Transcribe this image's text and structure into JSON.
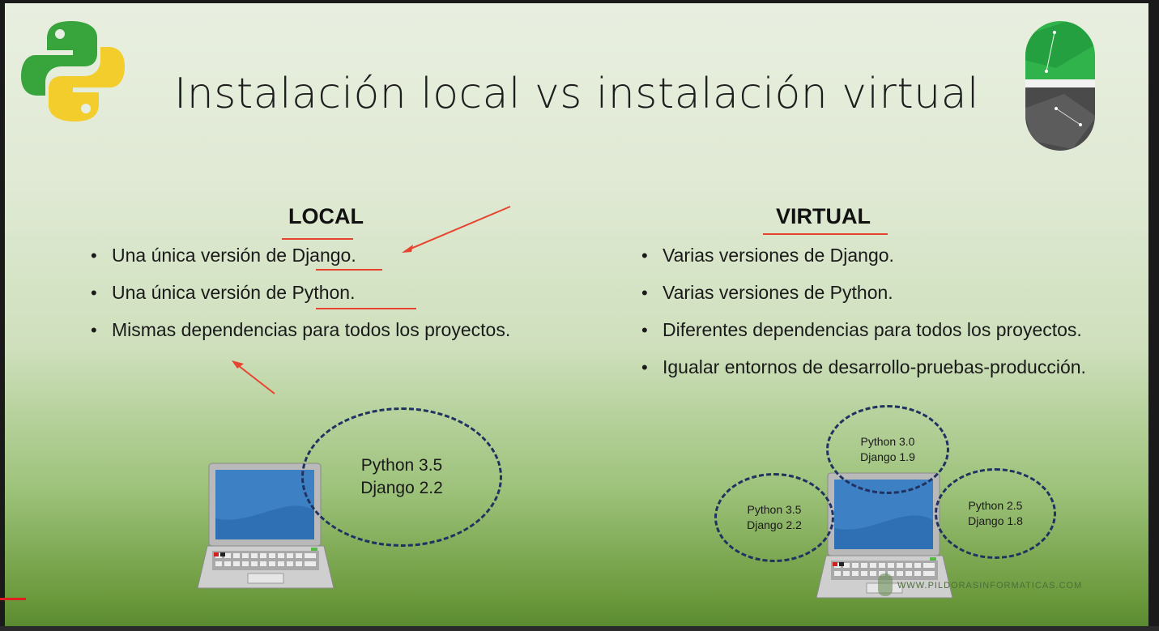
{
  "slide": {
    "title": "Instalación local vs instalación virtual"
  },
  "local": {
    "heading": "LOCAL",
    "bullets": [
      "Una única versión de Django.",
      "Una única versión de Python.",
      "Mismas dependencias para todos los proyectos."
    ],
    "circle": {
      "line1": "Python 3.5",
      "line2": "Django 2.2"
    }
  },
  "virtual": {
    "heading": "VIRTUAL",
    "bullets": [
      "Varias versiones de Django.",
      "Varias versiones de Python.",
      "Diferentes dependencias para todos los proyectos.",
      "Igualar entornos de desarrollo-pruebas-producción."
    ],
    "circles": [
      {
        "line1": "Python 3.0",
        "line2": "Django 1.9"
      },
      {
        "line1": "Python 3.5",
        "line2": "Django 2.2"
      },
      {
        "line1": "Python 2.5",
        "line2": "Django 1.8"
      }
    ]
  },
  "watermark": "WWW.PILDORASINFORMATICAS.COM",
  "icons": {
    "left_logo": "python-logo-icon",
    "right_logo": "brand-shield-icon",
    "laptop": "laptop-icon"
  },
  "colors": {
    "annotation_red": "#e8432f",
    "circle_navy": "#1f3260",
    "python_blue": "#3772a4",
    "python_yellow": "#fcd535"
  }
}
